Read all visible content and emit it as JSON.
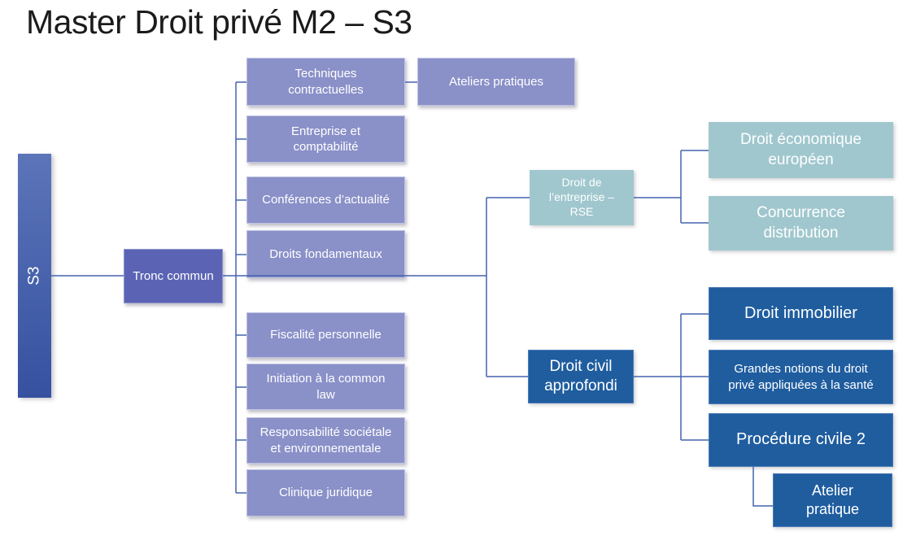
{
  "slide_title": "Master Droit privé M2 – S3",
  "colors": {
    "semester_gradient_top": "#5C75B9",
    "semester_gradient_bottom": "#3551A0",
    "trunk_box": "#5B64B4",
    "course_purple": "#8A90C8",
    "course_teal": "#A0C7CE",
    "course_dark_blue": "#1F5D9F",
    "connector_line": "#4464AE",
    "title_text": "#1B1B1B",
    "box_text": "#FFFFFF"
  },
  "nodes": {
    "s3": "S3",
    "tronc_commun": "Tronc commun",
    "techniques_contractuelles": "Techniques\ncontractuelles",
    "ateliers_pratiques": "Ateliers pratiques",
    "entreprise_comptabilite": "Entreprise et\ncomptabilité",
    "conferences_actualite": "Conférences d’actualité",
    "droits_fondamentaux": "Droits fondamentaux",
    "fiscalite_personnelle": "Fiscalité personnelle",
    "initiation_common_law": "Initiation à la common\nlaw",
    "responsabilite_societale": "Responsabilité sociétale\net environnementale",
    "clinique_juridique": "Clinique juridique",
    "droit_entreprise_rse": "Droit de\nl’entreprise –\nRSE",
    "droit_economique_europeen": "Droit économique\neuropéen",
    "concurrence_distribution": "Concurrence\ndistribution",
    "droit_civil_approfondi": "Droit civil\napprofondi",
    "droit_immobilier": "Droit immobilier",
    "grandes_notions_sante": "Grandes notions du droit\nprivé appliquées à la santé",
    "procedure_civile_2": "Procédure civile 2",
    "atelier_pratique": "Atelier\npratique"
  }
}
